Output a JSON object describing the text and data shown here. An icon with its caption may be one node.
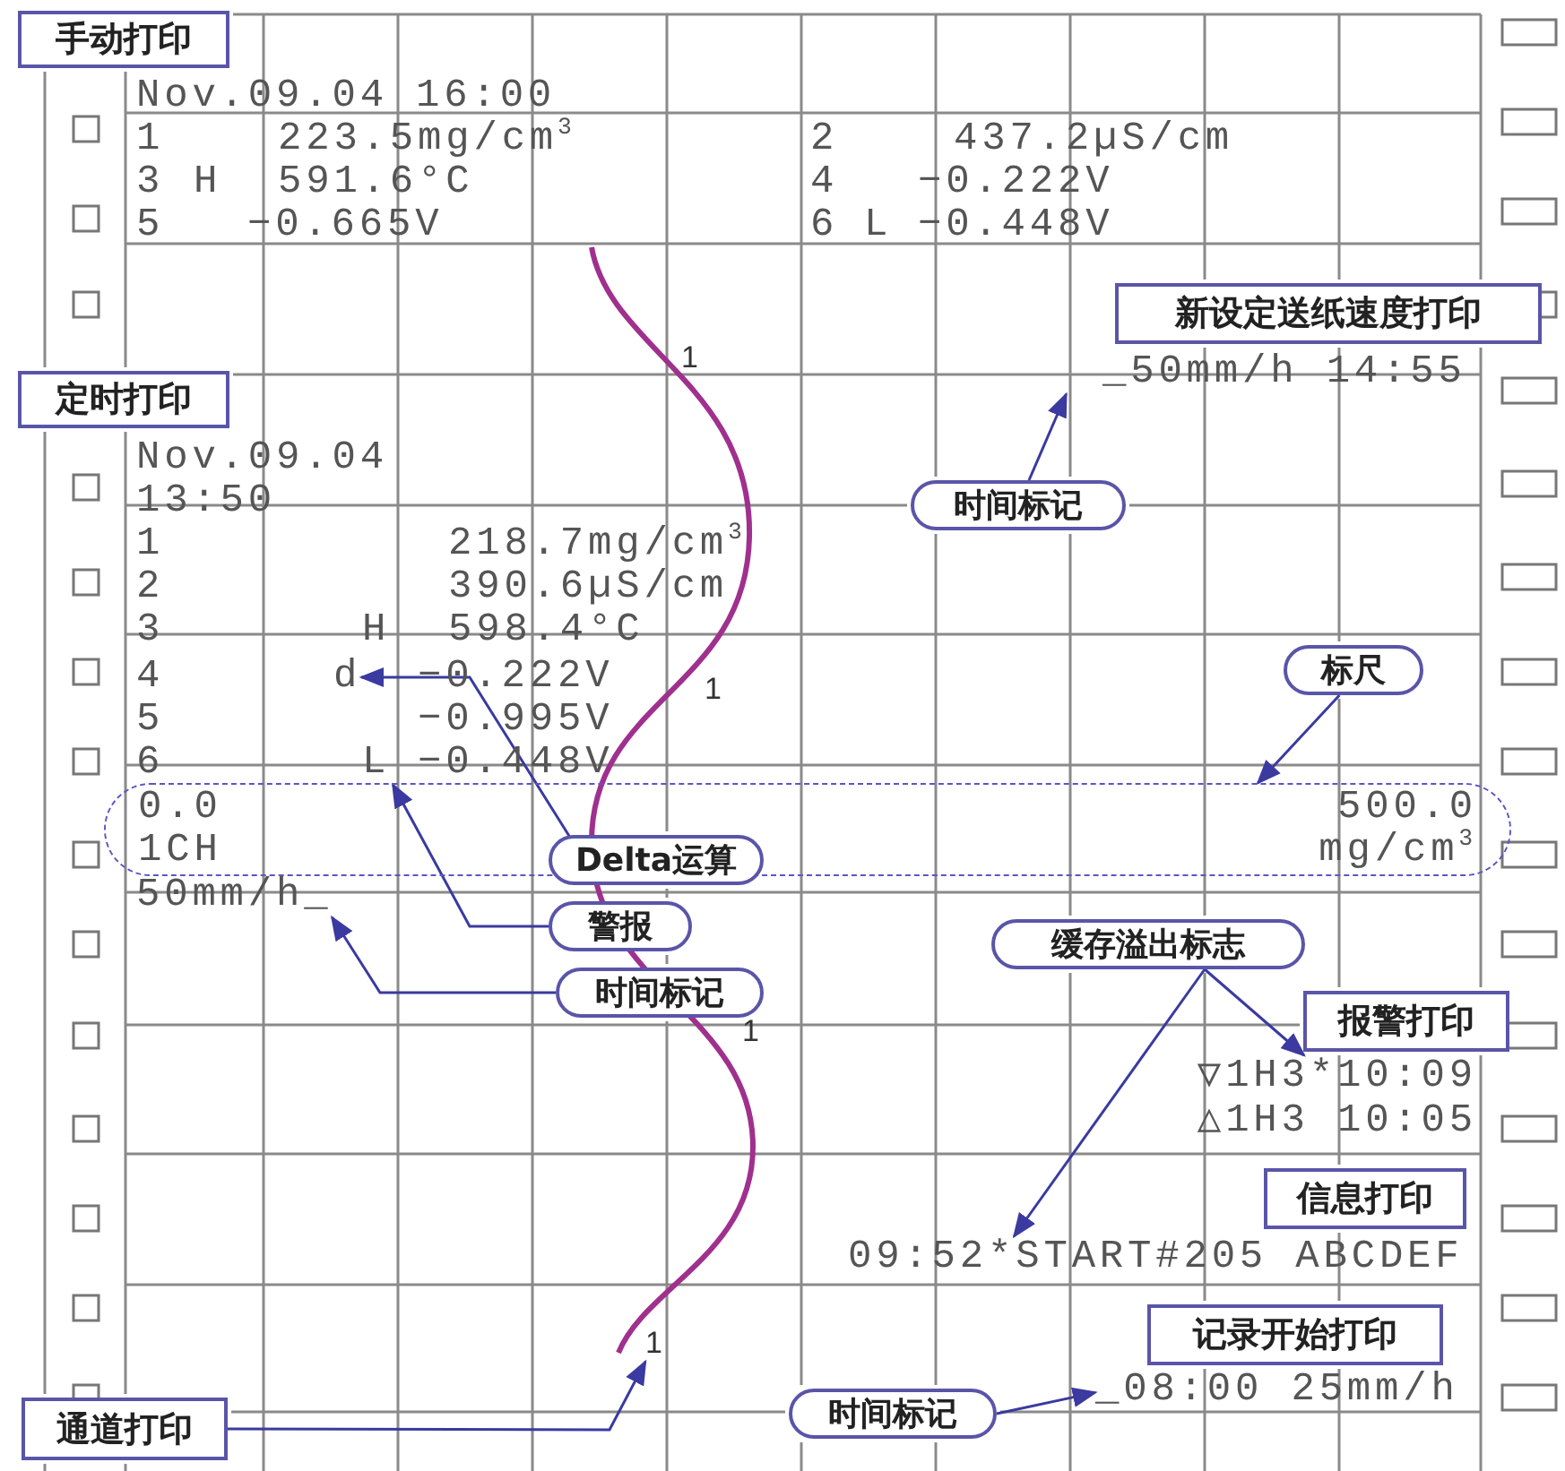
{
  "diagram": {
    "nodes": [
      {
        "text": [
          "手动打印"
        ]
      },
      {
        "text": [
          "新设定送纸速度打印"
        ]
      },
      {
        "text": [
          "_50mm/h 14:55"
        ]
      },
      {
        "text": [
          "定时打印"
        ]
      },
      {
        "text": [
          "时间标记"
        ]
      },
      {
        "text": [
          "d"
        ]
      },
      {
        "text": [
          "标尺"
        ]
      },
      {
        "text": [
          "L"
        ]
      },
      {
        "text": [
          "0.0",
          "1CH",
          "500.0",
          "mg/cm$^{3}$"
        ]
      },
      {
        "text": [
          "Delta运算"
        ]
      },
      {
        "text": [
          "50mm/h_"
        ]
      },
      {
        "text": [
          "警报"
        ]
      },
      {
        "text": [
          "缓存溢出标志"
        ]
      },
      {
        "text": [
          "时间标记"
        ]
      },
      {
        "text": [
          "报警打印"
        ]
      },
      {
        "text": [
          "▽1H3*10:09",
          "△1H3 10:05"
        ]
      },
      {
        "text": [
          "信息打印"
        ]
      },
      {
        "text": [
          "09:52*START#205 ABCDEF"
        ]
      },
      {
        "text": [
          "记录开始打印"
        ]
      },
      {
        "text": [
          "1"
        ]
      },
      {
        "text": [
          "通道打印"
        ]
      },
      {
        "text": [
          "时间标记"
        ]
      },
      {
        "text": [
          "_08:00 25mm/h"
        ]
      }
    ],
    "edges": [
      {
        "from": 4,
        "to": 2,
        "arrow": "to"
      },
      {
        "from": 9,
        "to": 5,
        "arrow": "to"
      },
      {
        "from": 11,
        "to": 7,
        "arrow": "to"
      },
      {
        "from": 6,
        "to": 8,
        "arrow": "to"
      },
      {
        "from": 13,
        "to": 10,
        "arrow": "to"
      },
      {
        "from": 12,
        "to": 15,
        "arrow": "to"
      },
      {
        "from": 12,
        "to": 17,
        "arrow": "to"
      },
      {
        "from": 20,
        "to": 19,
        "arrow": "to"
      },
      {
        "from": 21,
        "to": 22,
        "arrow": "to"
      }
    ],
    "labels": [
      "Nov.09.04 16:00",
      "1",
      "223.5mg/cm$^{3}$",
      "2",
      "437.2µS/cm",
      "3",
      "H",
      "591.6°C",
      "4",
      "−0.222V",
      "5",
      "−0.665V",
      "6",
      "L",
      "−0.448V",
      "1",
      "Nov.09.04",
      "13:50",
      "1",
      "218.7mg/cm$^{3}$",
      "2",
      "390.6µS/cm",
      "3",
      "H",
      "598.4°C",
      "4",
      "−0.222V",
      "5",
      "−0.995V",
      "6",
      "−0.448V",
      "1",
      "1"
    ]
  }
}
